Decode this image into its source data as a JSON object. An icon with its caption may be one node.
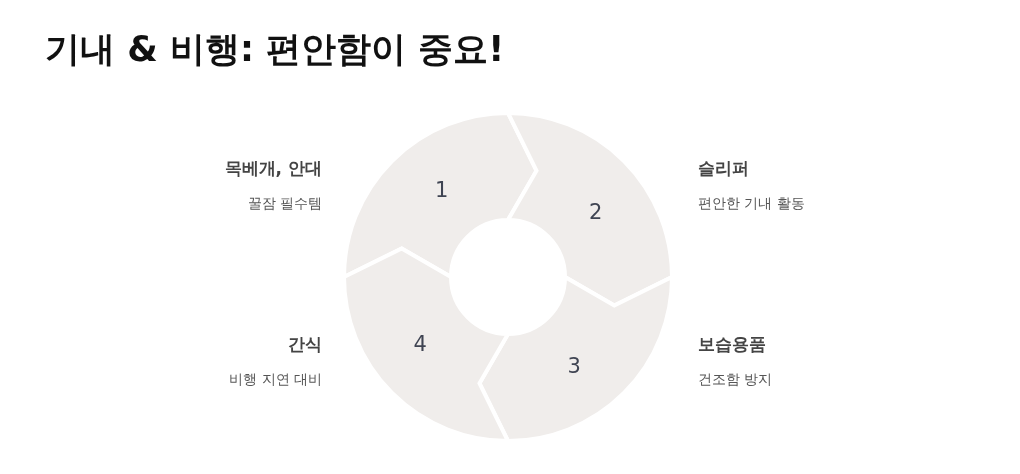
{
  "diagram": {
    "title": "기내 & 비행: 편안함이 중요!",
    "nodes": [
      {
        "text": [
          "1"
        ],
        "beside": [
          "목베개, 안대",
          "꿀잠 필수템"
        ]
      },
      {
        "text": [
          "2"
        ],
        "beside": [
          "슬리퍼",
          "편안한 기내 활동"
        ]
      },
      {
        "text": [
          "3"
        ],
        "beside": [
          "보습용품",
          "건조함 방지"
        ]
      },
      {
        "text": [
          "4"
        ],
        "beside": [
          "간식",
          "비행 지연 대비"
        ]
      }
    ]
  }
}
